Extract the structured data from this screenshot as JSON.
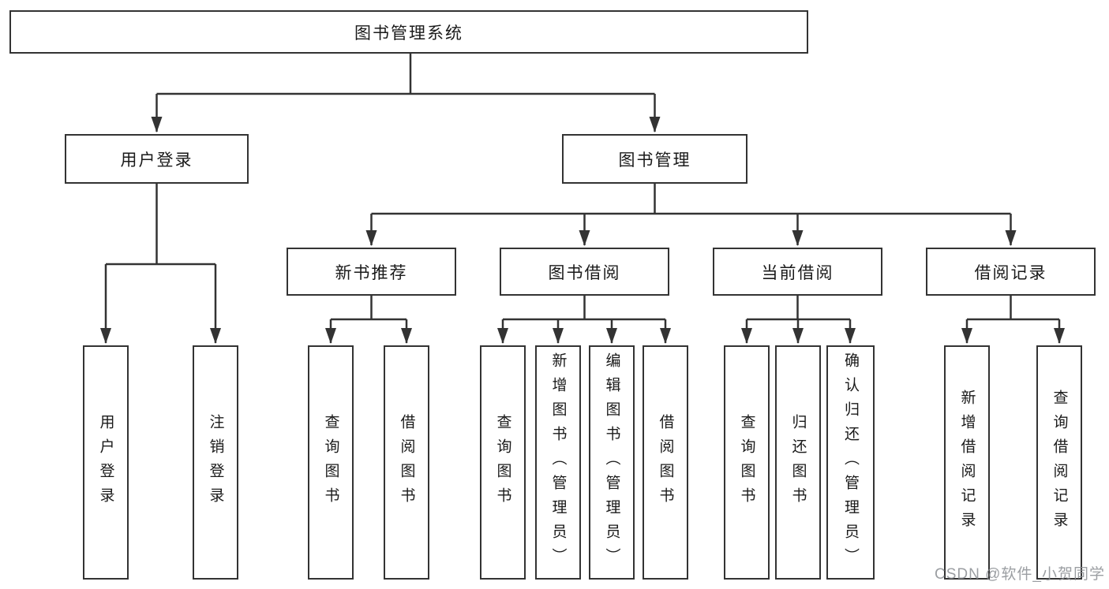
{
  "tree": {
    "label": "图书管理系统",
    "children": [
      {
        "label": "用户登录",
        "children": [
          {
            "label": "用户登录"
          },
          {
            "label": "注销登录"
          }
        ]
      },
      {
        "label": "图书管理",
        "children": [
          {
            "label": "新书推荐",
            "children": [
              {
                "label": "查询图书"
              },
              {
                "label": "借阅图书"
              }
            ]
          },
          {
            "label": "图书借阅",
            "children": [
              {
                "label": "查询图书"
              },
              {
                "label": "新增图书（管理员）"
              },
              {
                "label": "编辑图书（管理员）"
              },
              {
                "label": "借阅图书"
              }
            ]
          },
          {
            "label": "当前借阅",
            "children": [
              {
                "label": "查询图书"
              },
              {
                "label": "归还图书"
              },
              {
                "label": "确认归还（管理员）"
              }
            ]
          },
          {
            "label": "借阅记录",
            "children": [
              {
                "label": "新增借阅记录"
              },
              {
                "label": "查询借阅记录"
              }
            ]
          }
        ]
      }
    ]
  },
  "watermark": "CSDN @软件_小贺同学",
  "colors": {
    "line": "#333333",
    "box_border": "#333333",
    "box_fill": "#ffffff",
    "text": "#1a1a1a",
    "watermark": "#8a8d92"
  }
}
